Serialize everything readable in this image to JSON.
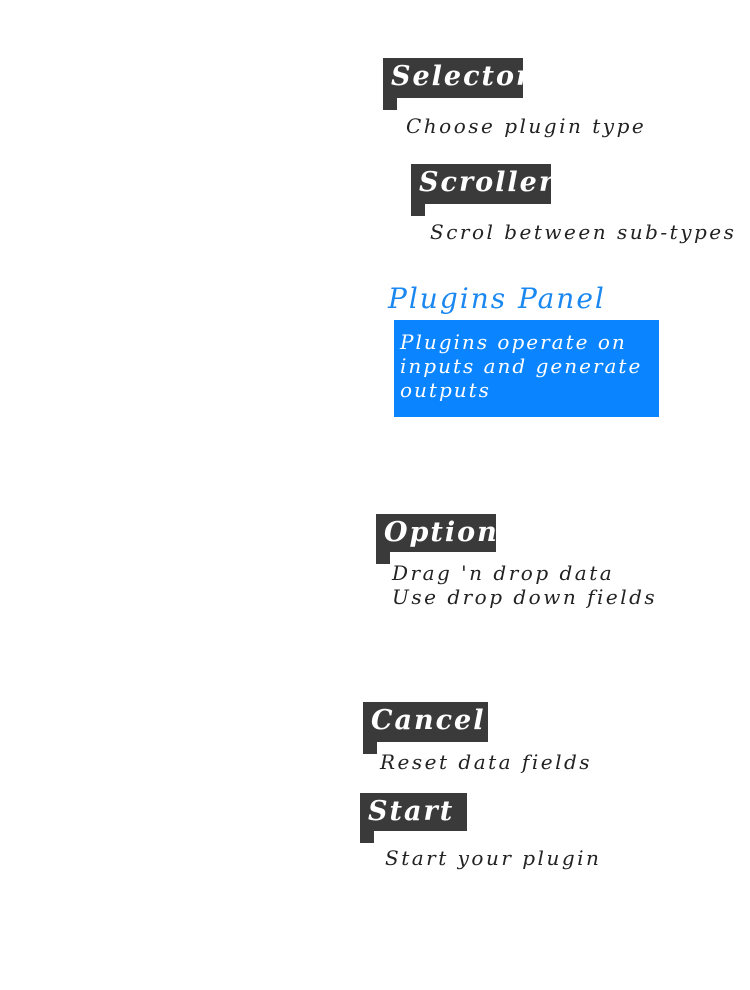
{
  "selector": {
    "label": "Selector",
    "note": "Choose plugin type"
  },
  "scroller": {
    "label": "Scroller",
    "note": "Scrol between sub-types"
  },
  "plugins_panel": {
    "title": "Plugins Panel",
    "description_lines": [
      "Plugins operate on",
      "inputs and generate",
      "outputs"
    ],
    "accent_color": "#0a84ff"
  },
  "options": {
    "label": "Options",
    "notes": [
      "Drag 'n drop data",
      "Use drop down fields"
    ]
  },
  "cancel": {
    "label": "Cancel",
    "note": "Reset data fields"
  },
  "start": {
    "label": "Start",
    "note": "Start your plugin"
  },
  "tag_color": "#3a3a3a"
}
